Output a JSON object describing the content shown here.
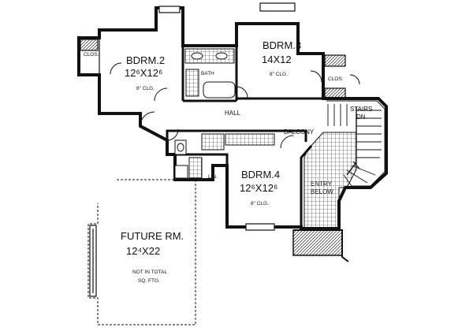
{
  "rooms": {
    "bdrm2": {
      "name": "BDRM.2",
      "size": "12⁶X12⁶",
      "ceiling": "8\" CLG."
    },
    "bdrm3": {
      "name": "BDRM.3",
      "size": "14X12",
      "ceiling": "8\" CLG."
    },
    "bdrm4": {
      "name": "BDRM.4",
      "size": "12⁶X12⁶",
      "ceiling": "8\" CLG."
    },
    "future": {
      "name": "FUTURE RM.",
      "size": "12⁴X22",
      "note_line1": "NOT IN TOTAL",
      "note_line2": "SQ. FTG."
    }
  },
  "labels": {
    "clos_left": "CLOS.",
    "clos_right": "CLOS.",
    "bath": "BATH",
    "hall": "HALL",
    "balcony": "BALCONY",
    "stairs": "STAIRS",
    "stairs_dn": "DN",
    "entry": "ENTRY",
    "below": "BELOW",
    "linen": "LIN."
  }
}
